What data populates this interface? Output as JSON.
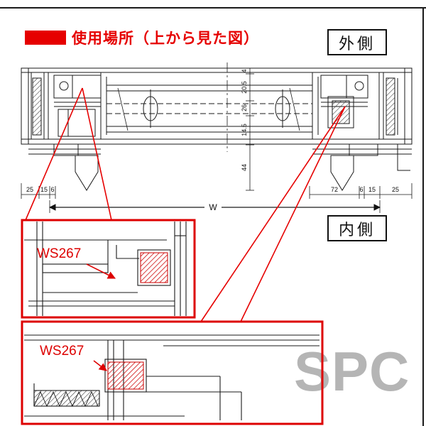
{
  "header": {
    "legend_label": "使用場所（上から見た図）",
    "legend_color": "#e60000"
  },
  "labels": {
    "outside": "外側",
    "inside": "内側"
  },
  "dimensions": {
    "left": [
      "25",
      "15",
      "6"
    ],
    "right": [
      "72",
      "6",
      "15",
      "25"
    ],
    "width_label": "W",
    "vertical": [
      "4",
      "20.5",
      "26",
      "14.5",
      "44"
    ]
  },
  "details": [
    {
      "part_label": "WS267"
    },
    {
      "part_label": "WS267"
    }
  ],
  "watermark": "SPC",
  "colors": {
    "red": "#e60000",
    "detail_border": "#dd0000",
    "line": "#1a1a1a",
    "watermark": "#b5b5b5"
  }
}
